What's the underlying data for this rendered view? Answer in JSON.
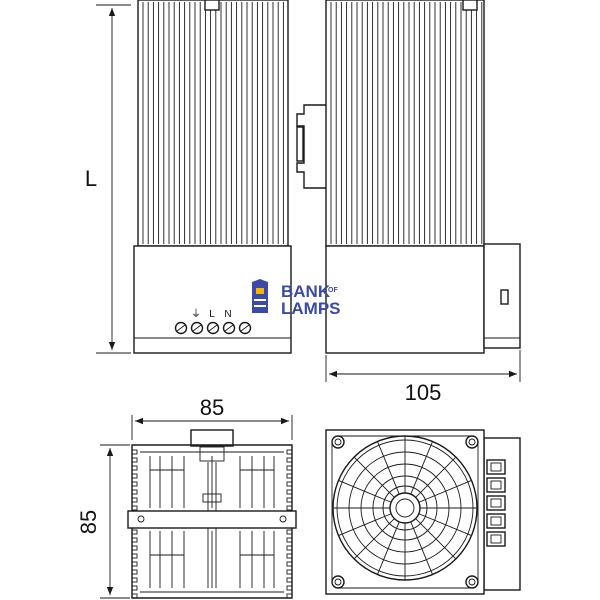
{
  "drawing": {
    "dim_length_label": "L",
    "dim_width_top": "85",
    "dim_depth_side": "105",
    "dim_height_left": "85",
    "terminal_labels": [
      "⏚",
      "L",
      "N"
    ]
  },
  "logo": {
    "line1": "BANK",
    "line1_small": "OF",
    "line2": "LAMPS",
    "color_primary": "#3b4aa6",
    "color_accent": "#f2b705"
  },
  "colors": {
    "line": "#1a1a1a",
    "background": "#ffffff"
  }
}
